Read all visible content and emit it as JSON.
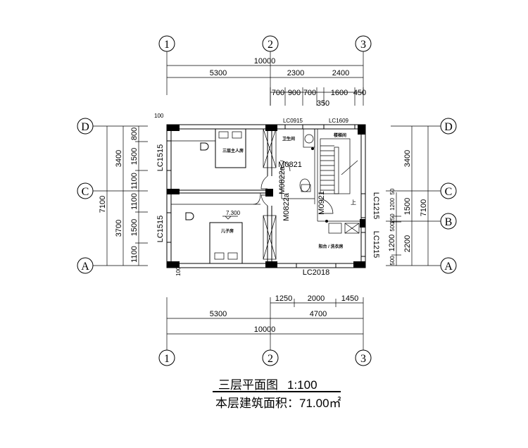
{
  "axes": {
    "vertical": [
      "1",
      "2",
      "3"
    ],
    "horizontal": [
      "D",
      "C",
      "B",
      "A"
    ]
  },
  "dims_top": {
    "total": "10000",
    "row2": [
      "5300",
      "2300",
      "2400"
    ],
    "row3": [
      "700",
      "900",
      "700",
      "1600",
      "450"
    ],
    "extra": "350"
  },
  "dims_bottom": {
    "row1": [
      "1250",
      "2000",
      "1450"
    ],
    "row2": [
      "5300",
      "4700"
    ],
    "total": "10000"
  },
  "dims_left": {
    "total": "7100",
    "row2": [
      "3400",
      "3700"
    ],
    "row3": [
      "800",
      "1500",
      "1100",
      "1100",
      "1500",
      "1100"
    ]
  },
  "dims_right": {
    "total": "7100",
    "row2": [
      "3400",
      "1500",
      "2200"
    ],
    "row3": [
      "50",
      "1200",
      "250",
      "500",
      "1200",
      "500"
    ]
  },
  "wall_marks": [
    "100",
    "100"
  ],
  "windows": {
    "left_top": "LC1515",
    "left_bottom": "LC1515",
    "top_bath": "LC0915",
    "top_stair": "LC1609",
    "right_top": "LC1215",
    "right_bottom": "LC1215",
    "bottom": "LC2018"
  },
  "doors": {
    "bath": "M0821",
    "master": "M0822a",
    "son": "M0822a",
    "balcony": "M0921"
  },
  "rooms": {
    "master": "三层主人房",
    "bath": "卫生间",
    "stair": "楼梯间",
    "son": "儿子房",
    "balcony": "阳台 / 洗衣房"
  },
  "stair_label": "上",
  "elevation": "7.300",
  "title": {
    "name": "三层平面图",
    "scale": "1:100",
    "area": "本层建筑面积：71.00㎡"
  }
}
